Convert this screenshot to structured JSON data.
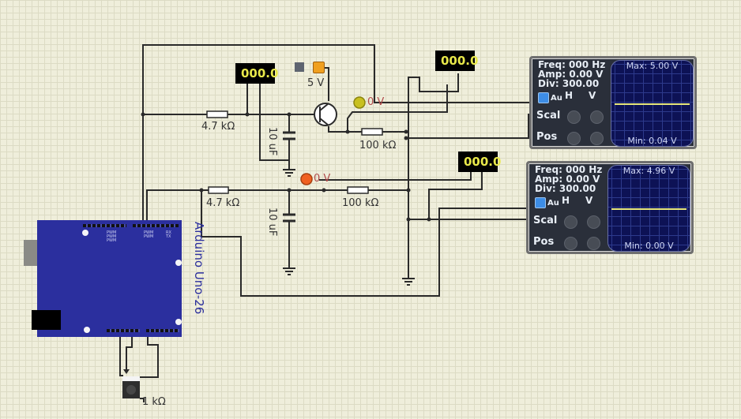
{
  "canvas": {
    "background_color": "#efeedb",
    "wire_color": "#2a2a2a"
  },
  "components": {
    "resistor_top_left": {
      "label": "4.7 kΩ"
    },
    "resistor_bottom_left": {
      "label": "4.7 kΩ"
    },
    "resistor_top_right": {
      "label": "100 kΩ"
    },
    "resistor_bottom_right": {
      "label": "100 kΩ"
    },
    "capacitor_top": {
      "label": "10 uF"
    },
    "capacitor_bottom": {
      "label": "10 uF"
    },
    "voltage_source": {
      "label": "5 V",
      "color": "#f0a020"
    },
    "potentiometer": {
      "label": "1 kΩ"
    },
    "arduino": {
      "label": "Arduino Uno-26",
      "color": "#2b2f9e"
    }
  },
  "probes": [
    {
      "id": "probe-top",
      "value": "0 V",
      "color": "#c8c020"
    },
    {
      "id": "probe-bottom",
      "value": "0 V",
      "color": "#f06020"
    }
  ],
  "meters": [
    {
      "id": "meter-left",
      "reading": "000.0"
    },
    {
      "id": "meter-top-right",
      "reading": "000.0"
    },
    {
      "id": "meter-mid-right",
      "reading": "000.0"
    }
  ],
  "oscilloscopes": [
    {
      "id": "scope-top",
      "freq": "Freq: 000 Hz",
      "amp": "Amp: 0.00 V",
      "div": "Div: 300.00",
      "auto_label": "Au",
      "h_label": "H",
      "v_label": "V",
      "scale_label": "Scal",
      "pos_label": "Pos",
      "max": "Max: 5.00 V",
      "min": "Min: 0.04 V",
      "trace_color": "#e6e67a"
    },
    {
      "id": "scope-bottom",
      "freq": "Freq: 000 Hz",
      "amp": "Amp: 0.00 V",
      "div": "Div: 300.00",
      "auto_label": "Au",
      "h_label": "H",
      "v_label": "V",
      "scale_label": "Scal",
      "pos_label": "Pos",
      "max": "Max: 4.96 V",
      "min": "Min: 0.00 V",
      "trace_color": "#e6e67a"
    }
  ]
}
